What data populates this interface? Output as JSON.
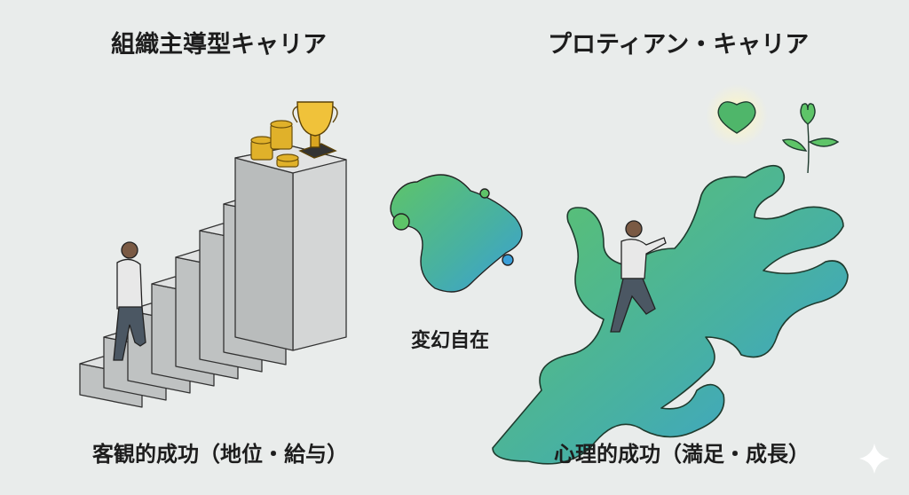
{
  "left": {
    "title": "組織主導型キャリア",
    "caption": "客観的成功（地位・給与）"
  },
  "center": {
    "label": "変幻自在"
  },
  "right": {
    "title": "プロティアン・キャリア",
    "caption": "心理的成功（満足・成長）"
  },
  "colors": {
    "background": "#e9eceb",
    "stairs": "#c9cccc",
    "path_green": "#5cc06a",
    "path_blue": "#3a9fd8",
    "gold": "#e0b12a"
  },
  "icons": [
    "staircase-icon",
    "trophy-icon",
    "coins-icon",
    "person-icon",
    "blob-icon",
    "branching-path-icon",
    "heart-icon",
    "sprout-icon",
    "sparkle-icon"
  ]
}
